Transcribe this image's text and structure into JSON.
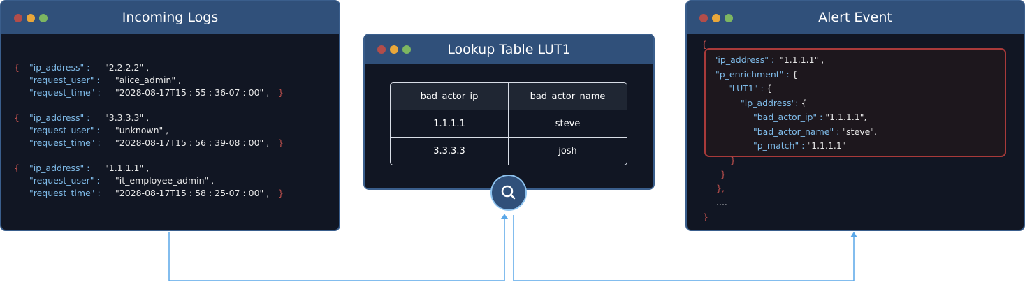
{
  "colors": {
    "header": "#30507a",
    "body": "#111623",
    "key": "#7fbbe9",
    "brace": "#c0504d",
    "arrow": "#5aa7e8"
  },
  "incoming": {
    "title": "Incoming Logs",
    "logs": [
      {
        "ip_key": "\"ip_address\" :",
        "ip": "\"2.2.2.2\" ,",
        "user_key": "\"request_user\" :",
        "user": "\"alice_admin\" ,",
        "time_key": "\"request_time\" :",
        "time": "\"2028-08-17T15 : 55 : 36-07 : 00\" ,"
      },
      {
        "ip_key": "\"ip_address\" :",
        "ip": "\"3.3.3.3\" ,",
        "user_key": "\"request_user\" :",
        "user": "\"unknown\" ,",
        "time_key": "\"request_time\" :",
        "time": "\"2028-08-17T15 : 56 : 39-08 : 00\" ,"
      },
      {
        "ip_key": "\"ip_address\" :",
        "ip": "\"1.1.1.1\" ,",
        "user_key": "\"request_user\" :",
        "user": "\"it_employee_admin\" ,",
        "time_key": "\"request_time\" :",
        "time": "\"2028-08-17T15 : 58 : 25-07 : 00\" ,"
      }
    ]
  },
  "lookup": {
    "title": "Lookup Table LUT1",
    "columns": [
      "bad_actor_ip",
      "bad_actor_name"
    ],
    "rows": [
      [
        "1.1.1.1",
        "steve"
      ],
      [
        "3.3.3.3",
        "josh"
      ]
    ],
    "icon": "search-icon"
  },
  "alert": {
    "title": "Alert Event",
    "lines": [
      {
        "k": "'ip_address\" :",
        "v": "  \"1.1.1.1\" ,"
      },
      {
        "k": "\"p_enrichment\" :",
        "v": " {"
      },
      {
        "k": "\"LUT1\" :",
        "v": " {"
      },
      {
        "k": "\"ip_address\":",
        "v": " {"
      },
      {
        "k": "\"bad_actor_ip\" :",
        "v": " \"1.1.1.1\","
      },
      {
        "k": "\"bad_actor_name\" :",
        "v": " \"steve\","
      },
      {
        "k": "\"p_match\" :",
        "v": " \"1.1.1.1\""
      }
    ],
    "ellipsis": "....",
    "open": "{",
    "close": "}",
    "close_comma": "},"
  }
}
